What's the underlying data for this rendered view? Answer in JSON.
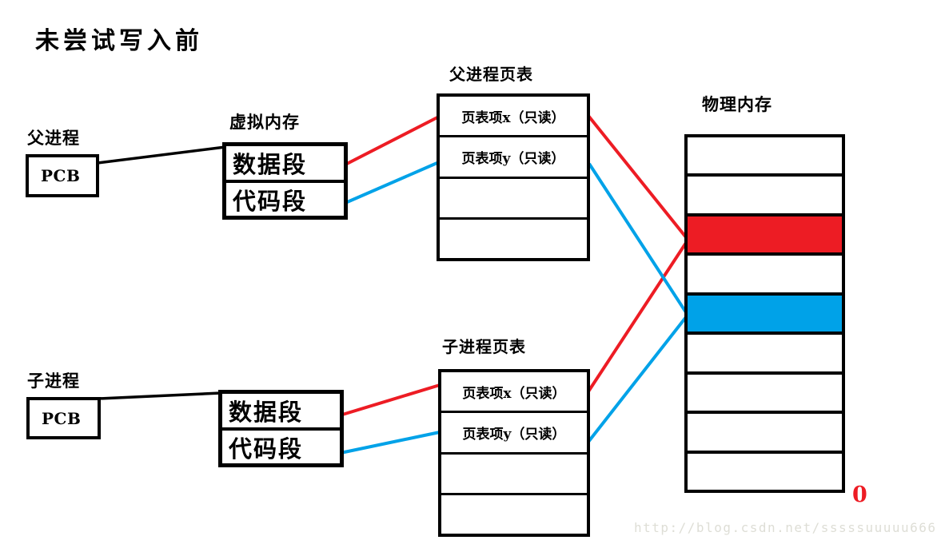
{
  "title": "未尝试写入前",
  "colors": {
    "red": "#ED1C24",
    "blue": "#00A2E8",
    "black": "#000000",
    "watermark": "#DEDED6"
  },
  "parent_process": {
    "label": "父进程",
    "pcb_label": "PCB"
  },
  "child_process": {
    "label": "子进程",
    "pcb_label": "PCB"
  },
  "parent_virtual_memory": {
    "label": "虚拟内存",
    "segments": [
      "数据段",
      "代码段"
    ]
  },
  "child_virtual_memory": {
    "segments": [
      "数据段",
      "代码段"
    ]
  },
  "parent_page_table": {
    "title": "父进程页表",
    "rows": [
      "页表项x（只读）",
      "页表项y（只读）",
      "",
      ""
    ]
  },
  "child_page_table": {
    "title": "子进程页表",
    "rows": [
      "页表项x（只读）",
      "页表项y（只读）",
      "",
      ""
    ]
  },
  "physical_memory": {
    "title": "物理内存",
    "origin_label": "0",
    "row_fills": [
      "#FFFFFF",
      "#FFFFFF",
      "#ED1C24",
      "#FFFFFF",
      "#00A2E8",
      "#FFFFFF",
      "#FFFFFF",
      "#FFFFFF",
      "#FFFFFF"
    ]
  },
  "watermark": "http://blog.csdn.net/sssssuuuuu666"
}
